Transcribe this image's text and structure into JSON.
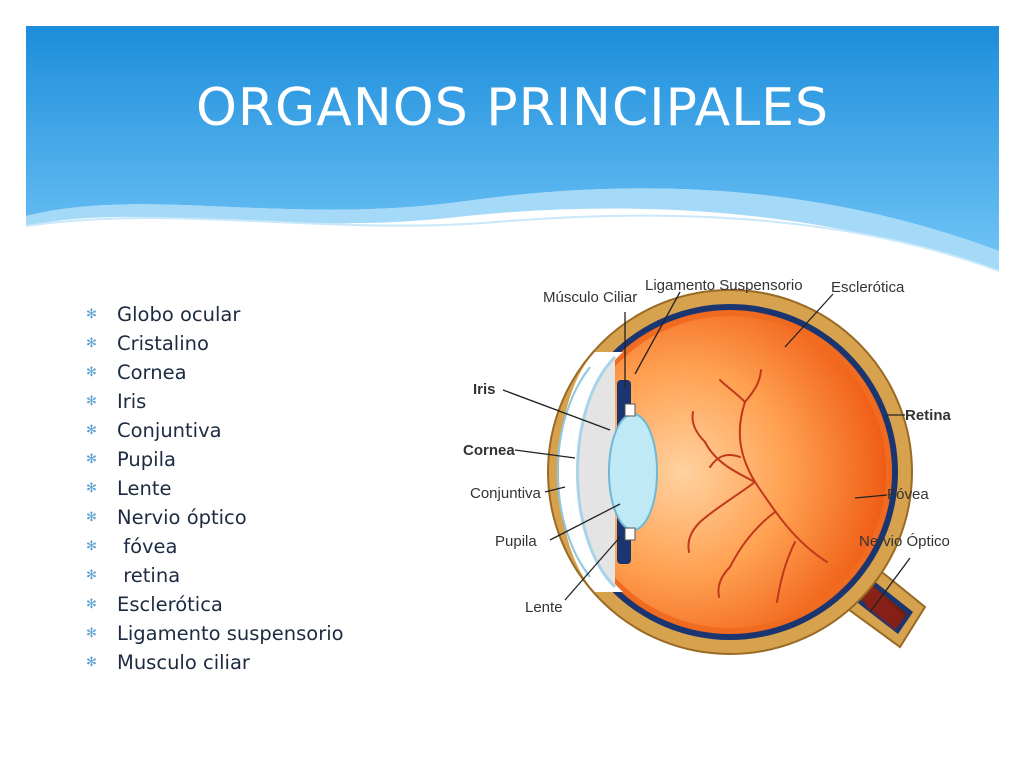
{
  "slide": {
    "title": "ORGANOS PRINCIPALES",
    "bullets": [
      "Globo ocular",
      "Cristalino",
      "Cornea",
      "Iris",
      "Conjuntiva",
      "Pupila",
      "Lente",
      "Nervio óptico",
      " fóvea",
      " retina",
      "Esclerótica",
      "Ligamento suspensorio",
      "Musculo ciliar"
    ]
  },
  "diagram": {
    "labels": {
      "musculo_ciliar": "Músculo Ciliar",
      "ligamento_suspensorio": "Ligamento Suspensorio",
      "esclerotica": "Esclerótica",
      "iris": "Iris",
      "retina": "Retina",
      "cornea": "Cornea",
      "conjuntiva": "Conjuntiva",
      "fovea": "Fóvea",
      "pupila": "Pupila",
      "nervio_optico": "Nervio Óptico",
      "lente": "Lente"
    }
  },
  "colors": {
    "header_top": "#1c8ddb",
    "header_bottom": "#6dc2f5",
    "sclera": "#d6a24e",
    "choroid": "#1b3570",
    "vitreous_inner": "#ffb070",
    "vitreous_outer": "#e0320a",
    "vessels": "#c0391c",
    "lens": "#bfe9f5"
  }
}
